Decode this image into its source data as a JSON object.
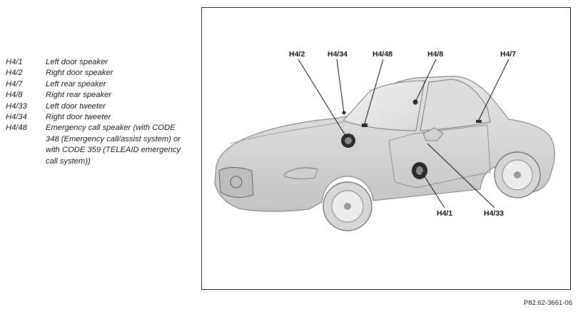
{
  "legend": [
    {
      "code": "H4/1",
      "desc": "Left door speaker"
    },
    {
      "code": "H4/2",
      "desc": "Right door speaker"
    },
    {
      "code": "H4/7",
      "desc": "Left rear speaker"
    },
    {
      "code": "H4/8",
      "desc": "Right rear speaker"
    },
    {
      "code": "H4/33",
      "desc": "Left door tweeter"
    },
    {
      "code": "H4/34",
      "desc": "Right door tweeter"
    },
    {
      "code": "H4/48",
      "desc": "Emergency call speaker (with CODE 348 (Emergency call/assist system) or with CODE 359 (TELEAID emergency call system))"
    }
  ],
  "callouts": {
    "h4_2": "H4/2",
    "h4_34": "H4/34",
    "h4_48": "H4/48",
    "h4_8": "H4/8",
    "h4_7": "H4/7",
    "h4_1": "H4/1",
    "h4_33": "H4/33"
  },
  "figure_id": "P82.62-3661-06"
}
